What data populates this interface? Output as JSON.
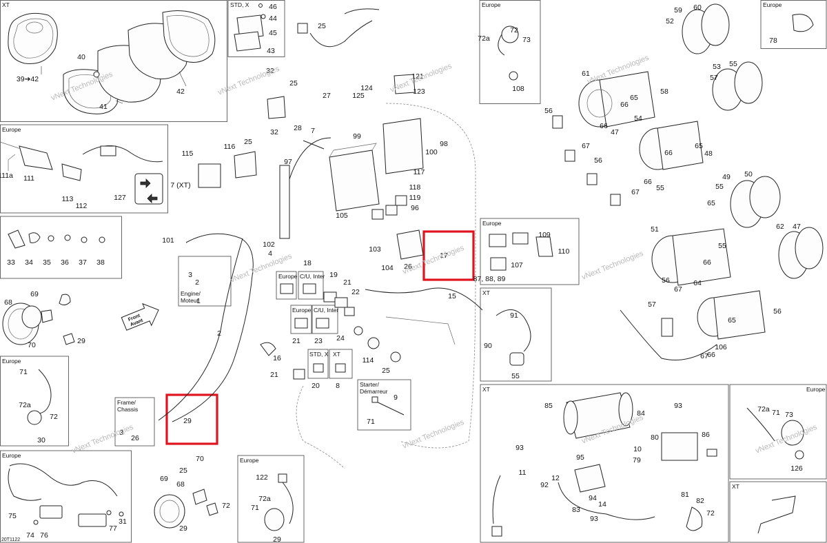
{
  "document_code": "20T1122",
  "watermark": "vNext Technologies",
  "box_titles": {
    "xt_gauge": "XT",
    "std_x": "STD, X",
    "europe_top_mid": "Europe",
    "europe_far_right": "Europe",
    "europe_switch": "Europe",
    "europe_light": "Europe",
    "europe_tail": "Europe",
    "europe_bottom": "Europe",
    "europe_relay": "Europe",
    "xt_relay": "XT",
    "xt_winch": "XT",
    "europe_bottom_right": "Europe",
    "xt_bottom_right": "XT",
    "engine": "Engine/\nMoteur",
    "engine_line1": "Engine/",
    "engine_line2": "Moteur",
    "frame_line1": "Frame/",
    "frame_line2": "Chassis",
    "starter_line1": "Starter/",
    "starter_line2": "Démarreur",
    "front_line1": "Front",
    "front_line2": "Avant",
    "sw_europe_1": "Europe",
    "sw_cu_inter_1": "C/U, Inter",
    "sw_europe_2": "Europe",
    "sw_cu_inter_2": "C/U, Inter",
    "sw_std_x": "STD, X",
    "sw_xt": "XT",
    "seven_xt": "7 (XT)",
    "seven_xt_winch": "7 (XT)"
  },
  "callouts": [
    "39➔42",
    "40",
    "41",
    "42",
    "46",
    "44",
    "45",
    "43",
    "25",
    "111a",
    "111",
    "113",
    "112",
    "127",
    "33",
    "34",
    "35",
    "36",
    "37",
    "38",
    "69",
    "68",
    "70",
    "29",
    "71",
    "72a",
    "72",
    "30",
    "75",
    "74",
    "76",
    "77",
    "31",
    "32",
    "25",
    "27",
    "32",
    "28",
    "115",
    "116",
    "25",
    "7 (XT)",
    "7",
    "97",
    "101",
    "102",
    "4",
    "3",
    "2",
    "1",
    "2",
    "3",
    "26",
    "29",
    "25",
    "70",
    "69",
    "68",
    "29",
    "72",
    "72a",
    "71",
    "29",
    "122",
    "124",
    "125",
    "121",
    "123",
    "99",
    "100",
    "98",
    "117",
    "118",
    "119",
    "96",
    "105",
    "103",
    "104",
    "26",
    "17",
    "18",
    "19",
    "21",
    "22",
    "21",
    "23",
    "24",
    "114",
    "25",
    "15",
    "16",
    "21",
    "20",
    "8",
    "9",
    "71",
    "72a",
    "72",
    "73",
    "108",
    "109",
    "110",
    "107",
    "87, 88, 89",
    "91",
    "90",
    "55",
    "59",
    "60",
    "52",
    "55",
    "53",
    "57",
    "61",
    "66",
    "65",
    "58",
    "56",
    "67",
    "66",
    "47",
    "54",
    "66",
    "65",
    "48",
    "56",
    "67",
    "66",
    "55",
    "49",
    "50",
    "55",
    "65",
    "55",
    "62",
    "47",
    "51",
    "66",
    "67",
    "56",
    "57",
    "64",
    "65",
    "56",
    "67",
    "66",
    "106",
    "78",
    "85",
    "93",
    "84",
    "86",
    "80",
    "79",
    "10",
    "93",
    "11",
    "12",
    "92",
    "95",
    "94",
    "14",
    "93",
    "83",
    "81",
    "82",
    "72",
    "72a",
    "71",
    "73",
    "126"
  ]
}
